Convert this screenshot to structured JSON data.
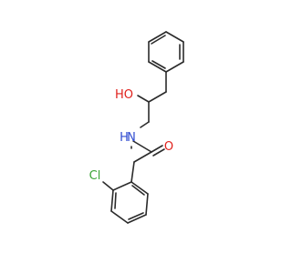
{
  "molecule": {
    "atoms": [
      {
        "id": "ph1",
        "label": "",
        "element": "C"
      },
      {
        "id": "ph2",
        "label": "",
        "element": "C"
      },
      {
        "id": "ph3",
        "label": "",
        "element": "C"
      },
      {
        "id": "ph4",
        "label": "",
        "element": "C"
      },
      {
        "id": "ph5",
        "label": "",
        "element": "C"
      },
      {
        "id": "ph6",
        "label": "",
        "element": "C"
      },
      {
        "id": "ch2_benzyl",
        "label": "",
        "element": "C"
      },
      {
        "id": "choh",
        "label": "",
        "element": "C"
      },
      {
        "id": "o_hydroxyl",
        "label": "HO",
        "element": "O"
      },
      {
        "id": "ch2_n",
        "label": "",
        "element": "C"
      },
      {
        "id": "n_amide",
        "label": "N",
        "element": "N"
      },
      {
        "id": "h_amide",
        "label": "H",
        "element": "H"
      },
      {
        "id": "c_carbonyl",
        "label": "",
        "element": "C"
      },
      {
        "id": "o_carbonyl",
        "label": "O",
        "element": "O"
      },
      {
        "id": "ch2_alpha",
        "label": "",
        "element": "C"
      },
      {
        "id": "ar1",
        "label": "",
        "element": "C"
      },
      {
        "id": "ar2",
        "label": "",
        "element": "C"
      },
      {
        "id": "ar3",
        "label": "",
        "element": "C"
      },
      {
        "id": "ar4",
        "label": "",
        "element": "C"
      },
      {
        "id": "ar5",
        "label": "",
        "element": "C"
      },
      {
        "id": "ar6",
        "label": "",
        "element": "C"
      },
      {
        "id": "cl",
        "label": "Cl",
        "element": "Cl"
      }
    ],
    "colors": {
      "bond": "#2b2b2b",
      "carbon": "#2b2b2b",
      "oxygen": "#e0201b",
      "nitrogen": "#2f4bd0",
      "chlorine": "#3aa335"
    }
  }
}
